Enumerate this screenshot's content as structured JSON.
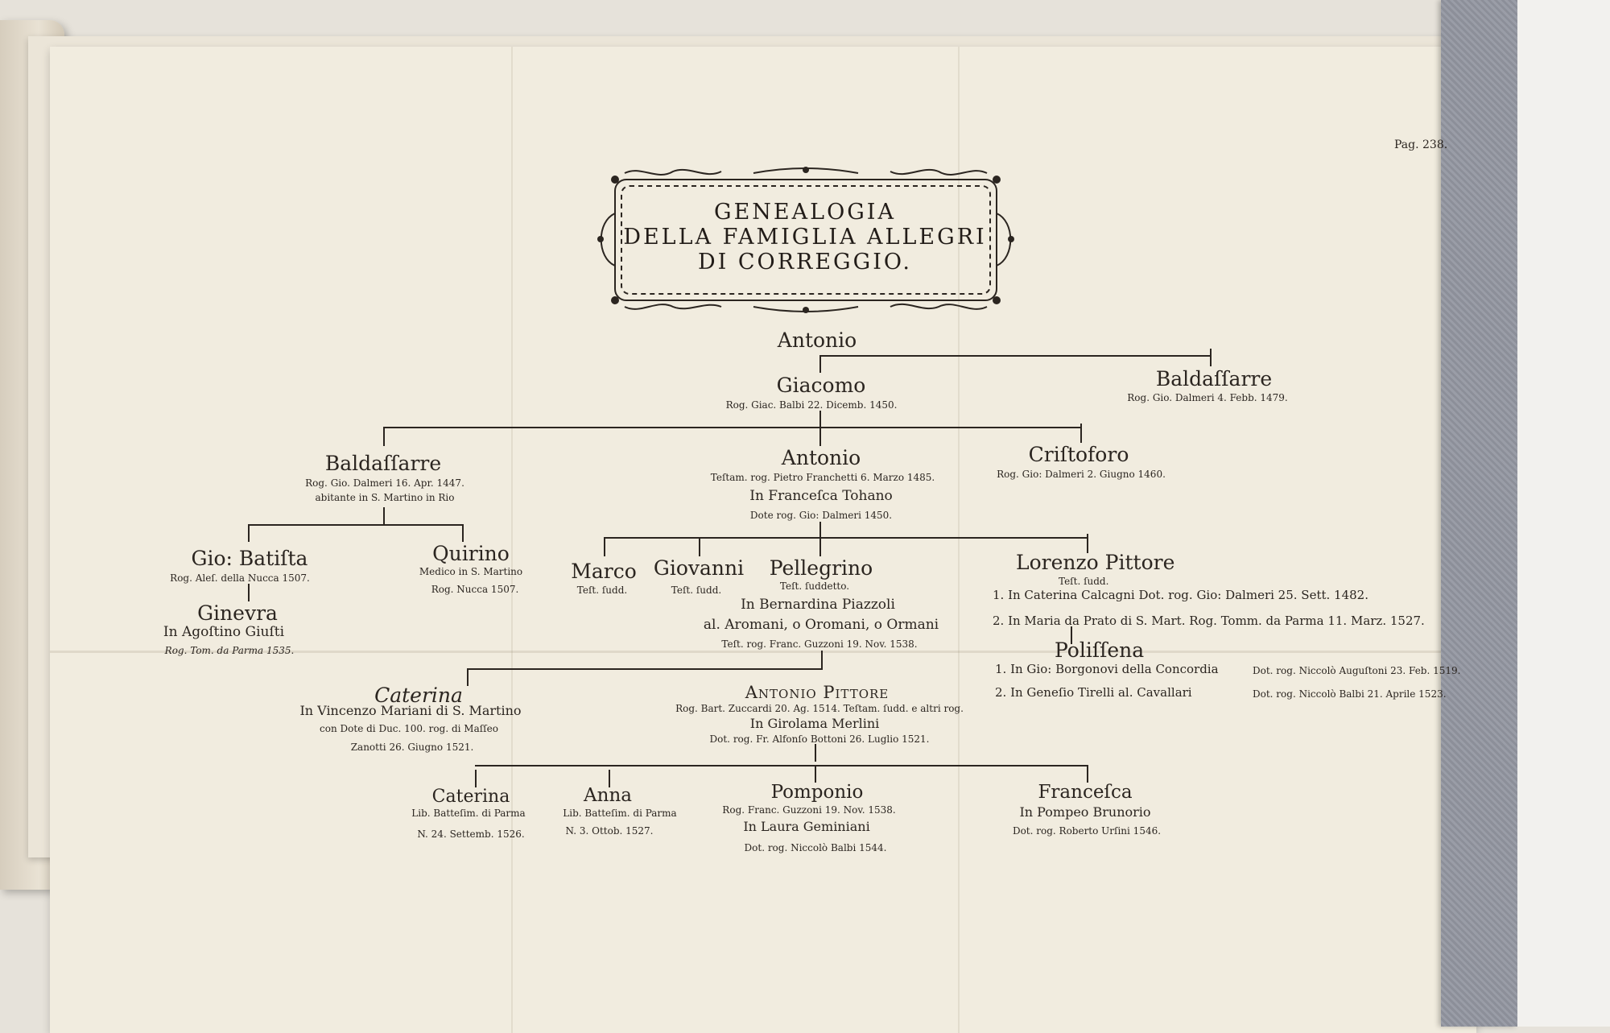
{
  "page_number": "Pag. 238.",
  "title": {
    "line1": "GENEALOGIA",
    "line2": "DELLA FAMIGLIA ALLEGRI",
    "line3": "DI CORREGGIO."
  },
  "tree": {
    "antonio_root": {
      "name": "Antonio"
    },
    "giacomo": {
      "name": "Giacomo",
      "note": "Rog. Giac. Balbi 22. Dicemb. 1450."
    },
    "baldassarre_1": {
      "name": "Baldaſſarre",
      "note": "Rog. Gio. Dalmeri 4. Febb. 1479."
    },
    "baldassarre_2": {
      "name": "Baldaſſarre",
      "note1": "Rog. Gio. Dalmeri 16. Apr. 1447.",
      "note2": "abitante in S. Martino in Rio"
    },
    "antonio_2": {
      "name": "Antonio",
      "note1": "Teſtam. rog. Pietro Franchetti 6. Marzo 1485.",
      "note2": "In Franceſca Tohano",
      "note3": "Dote rog. Gio: Dalmeri 1450."
    },
    "cristoforo": {
      "name": "Criſtoforo",
      "note": "Rog. Gio: Dalmeri 2. Giugno 1460."
    },
    "gio_batista": {
      "name": "Gio: Batiſta",
      "note": "Rog. Aleſ. della Nucca 1507."
    },
    "ginevra": {
      "name": "Ginevra",
      "note1": "In Agoſtino Giuſti",
      "note2": "Rog. Tom. da Parma 1535."
    },
    "quirino": {
      "name": "Quirino",
      "note1": "Medico in S. Martino",
      "note2": "Rog. Nucca 1507."
    },
    "marco": {
      "name": "Marco",
      "note": "Teſt. ſudd."
    },
    "giovanni": {
      "name": "Giovanni",
      "note": "Teſt. ſudd."
    },
    "pellegrino": {
      "name": "Pellegrino",
      "note1": "Teſt. ſuddetto.",
      "note2": "In Bernardina Piazzoli",
      "note3": "al. Aromani, o Oromani, o Ormani",
      "note4": "Teſt. rog. Franc. Guzzoni 19. Nov. 1538."
    },
    "lorenzo": {
      "name": "Lorenzo Pittore",
      "note1": "Teſt. ſudd.",
      "marriage1": "1. In Caterina Calcagni Dot. rog. Gio: Dalmeri 25. Sett. 1482.",
      "marriage2": "2. In Maria da Prato di S. Mart. Rog. Tomm. da Parma 11. Marz. 1527."
    },
    "polissena": {
      "name": "Poliſſena",
      "marriage1a": "1. In Gio: Borgonovi della Concordia",
      "marriage1b": "Dot. rog. Niccolò Auguſtoni 23. Feb. 1519.",
      "marriage2a": "2. In Geneſio Tirelli al. Cavallari",
      "marriage2b": "Dot. rog. Niccolò Balbi 21. Aprile 1523."
    },
    "caterina_1": {
      "name": "Caterina",
      "note1": "In Vincenzo Mariani di S. Martino",
      "note2": "con Dote di Duc. 100. rog. di Maſſeo",
      "note3": "Zanotti 26. Giugno 1521."
    },
    "antonio_pittore": {
      "name": "Antonio Pittore",
      "note1": "Rog. Bart. Zuccardi 20. Ag. 1514. Teſtam. ſudd. e altri rog.",
      "note2": "In Girolama Merlini",
      "note3": "Dot. rog. Fr. Alfonſo Bottoni 26. Luglio 1521."
    },
    "caterina_2": {
      "name": "Caterina",
      "note1": "Lib. Batteſim. di Parma",
      "note2": "N. 24. Settemb. 1526."
    },
    "anna": {
      "name": "Anna",
      "note1": "Lib. Batteſim. di Parma",
      "note2": "N. 3. Ottob. 1527."
    },
    "pomponio": {
      "name": "Pomponio",
      "note1": "Rog. Franc. Guzzoni 19. Nov. 1538.",
      "note2": "In Laura Geminiani",
      "note3": "Dot. rog. Niccolò Balbi 1544."
    },
    "francesca": {
      "name": "Franceſca",
      "note1": "In Pompeo Brunorio",
      "note2": "Dot. rog. Roberto Urſini 1546."
    }
  }
}
